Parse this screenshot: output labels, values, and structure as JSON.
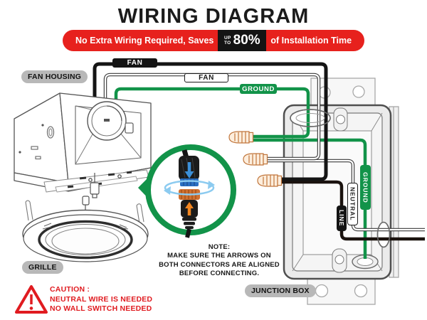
{
  "title": "WIRING DIAGRAM",
  "banner": {
    "text_left": "No Extra Wiring Required, Saves",
    "up": "UP",
    "to": "TO",
    "value": "80%",
    "text_right": "of Installation Time"
  },
  "component_labels": {
    "fan_housing": "FAN HOUSING",
    "grille": "GRILLE",
    "junction_box": "JUNCTION BOX"
  },
  "wire_labels": {
    "fan_black": "FAN",
    "fan_white": "FAN",
    "ground": "GROUND",
    "ground_vertical": "GROUND",
    "neutral_vertical": "NEUTRAL",
    "line_vertical": "LINE"
  },
  "note": {
    "heading": "NOTE:",
    "lines": [
      "MAKE SURE THE ARROWS ON",
      "BOTH CONNECTORS ARE ALIGNED",
      "BEFORE CONNECTING."
    ]
  },
  "caution": {
    "heading": "CAUTION :",
    "lines": [
      "NEUTRAL WIRE IS NEEDED",
      "NO WALL SWITCH NEEDED"
    ]
  },
  "colors": {
    "banner_red": "#e7211d",
    "caution_red": "#e01b20",
    "ground_green": "#129349",
    "wire_black": "#141414",
    "connector_blue": "#2f7fd0",
    "connector_orange": "#e8821f",
    "label_gray": "#b8b8b8"
  }
}
